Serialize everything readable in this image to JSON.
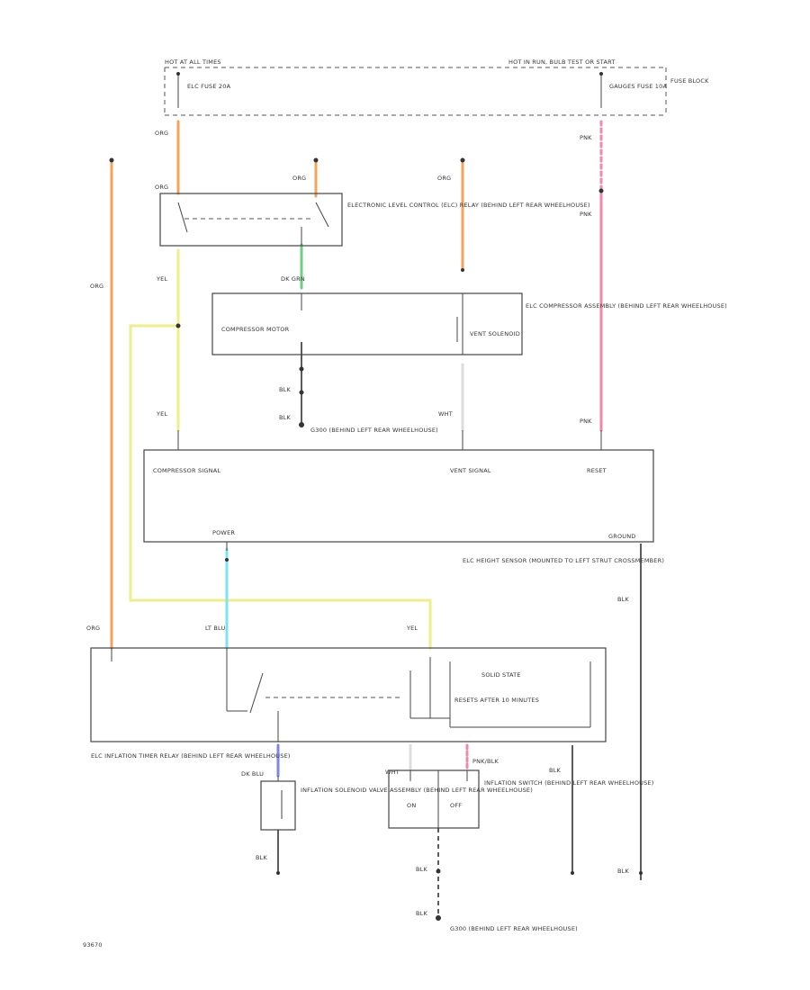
{
  "labels": {
    "hot_at_all_times": "HOT AT ALL TIMES",
    "fuse_panel_header": "HOT IN RUN, BULB TEST OR START",
    "elc_fuse": "ELC FUSE 20A",
    "gauges_fuse": "GAUGES FUSE 10A",
    "fuse_block": "FUSE BLOCK",
    "relay": "ELECTRONIC LEVEL CONTROL (ELC) RELAY (BEHIND LEFT REAR WHEELHOUSE)",
    "compressor_motor": "COMPRESSOR MOTOR",
    "vent_solenoid": "VENT SOLENOID",
    "compressor_assembly": "ELC COMPRESSOR ASSEMBLY (BEHIND LEFT REAR WHEELHOUSE)",
    "ground_g": "G300 (BEHIND LEFT REAR WHEELHOUSE)",
    "compressor_signal": "COMPRESSOR SIGNAL",
    "vent_signal": "VENT SIGNAL",
    "reset": "RESET",
    "power": "POWER",
    "ground": "GROUND",
    "height_sensor": "ELC HEIGHT SENSOR (MOUNTED TO LEFT STRUT CROSSMEMBER)",
    "solid_state": "SOLID STATE",
    "resets_after": "RESETS AFTER 10 MINUTES",
    "timer_relay": "ELC INFLATION TIMER RELAY (BEHIND LEFT REAR WHEELHOUSE)",
    "inflation_valve": "INFLATION SOLENOID VALVE ASSEMBLY (BEHIND LEFT REAR WHEELHOUSE)",
    "inflation_switch": "INFLATION SWITCH (BEHIND LEFT REAR WHEELHOUSE)",
    "switch_on": "ON",
    "switch_off": "OFF",
    "ground_g2": "G300 (BEHIND LEFT REAR WHEELHOUSE)",
    "diagram_id": "93670"
  },
  "wires": {
    "org": "ORG",
    "yel": "YEL",
    "pnk": "PNK",
    "dk_grn": "DK GRN",
    "blk": "BLK",
    "wht": "WHT",
    "lt_blu": "LT BLU",
    "dk_blu": "DK BLU",
    "pnk_blk": "PNK/BLK"
  },
  "colors": {
    "org": "#f4a35a",
    "yel": "#eeee8a",
    "pnk": "#ee8aa6",
    "dk_grn": "#6fcf80",
    "lt_blu": "#7fe3ee",
    "dk_blu": "#7d86e8",
    "wht": "#dddddd",
    "blk": "#333333"
  }
}
